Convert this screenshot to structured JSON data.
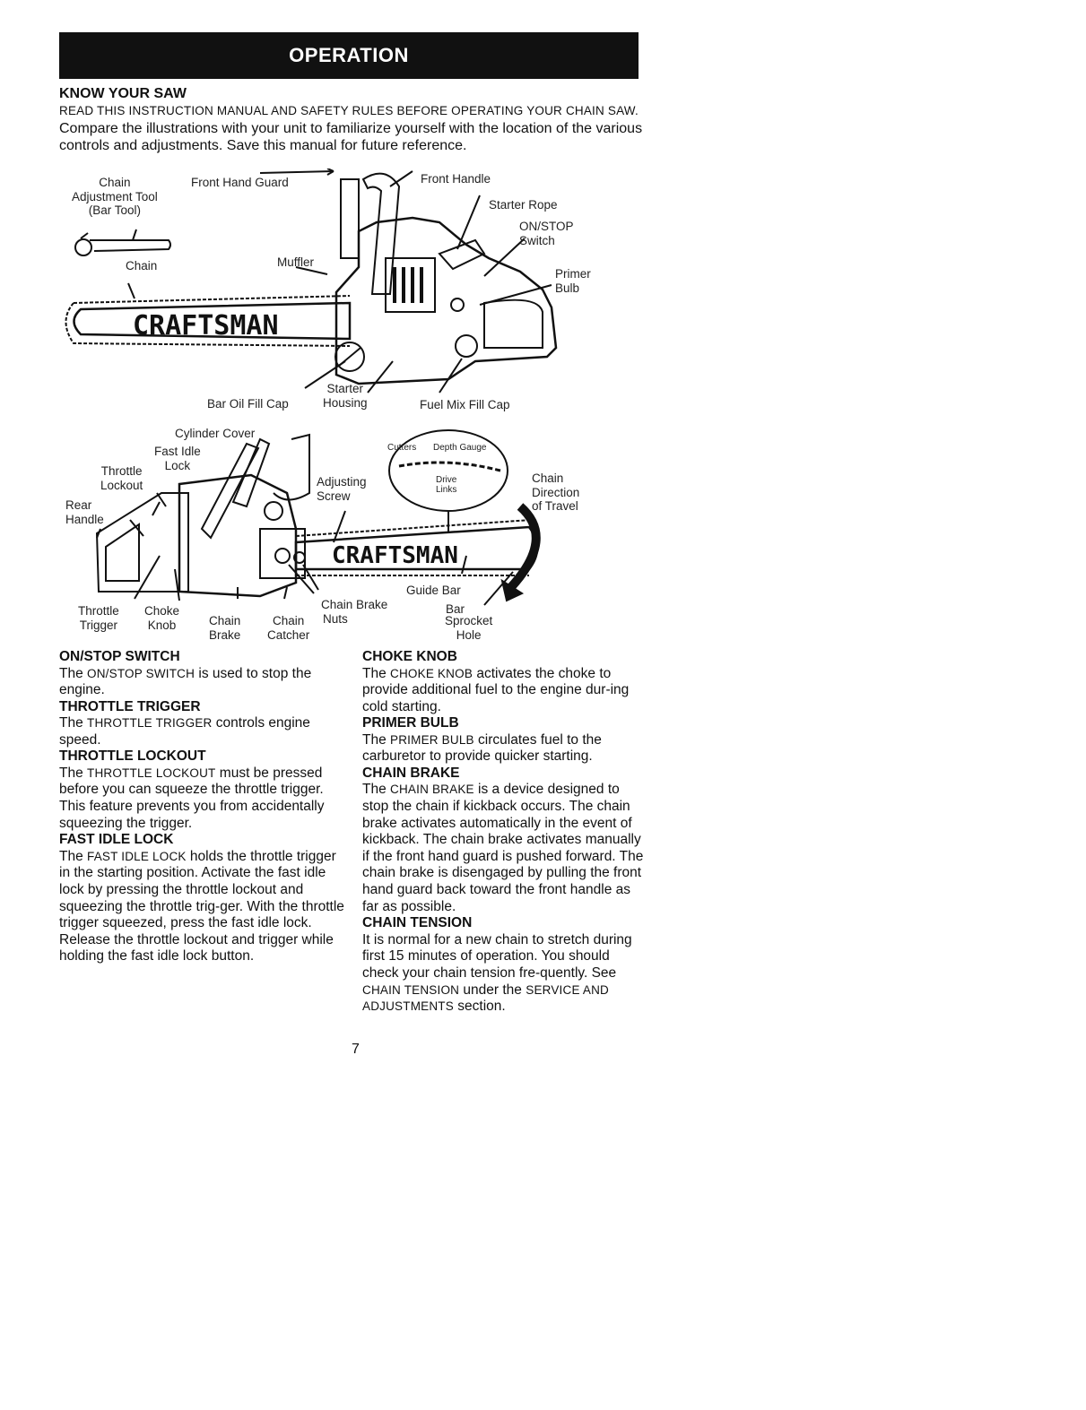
{
  "banner": {
    "title": "OPERATION"
  },
  "intro": {
    "heading": "KNOW YOUR SAW",
    "sc_part": "READ THIS INSTRUCTION MANUAL AND SAFETY RULES BEFORE OPERATING YOUR CHAIN SAW.",
    "rest": " Compare the illustrations with your unit to familiarize yourself with the location of the various controls and adjustments. Save this manual for future reference."
  },
  "figure1": {
    "labels": {
      "chain_adj_tool": "Chain\nAdjustment Tool\n(Bar Tool)",
      "front_hand_guard": "Front Hand Guard",
      "front_handle": "Front Handle",
      "starter_rope": "Starter Rope",
      "on_stop_switch": "ON/STOP\nSwitch",
      "primer_bulb": "Primer\nBulb",
      "chain": "Chain",
      "muffler": "Muffler",
      "bar_oil_fill_cap": "Bar Oil Fill Cap",
      "starter_housing": "Starter\nHousing",
      "fuel_mix_fill_cap": "Fuel Mix Fill Cap"
    },
    "brand": "CRAFTSMAN"
  },
  "figure2": {
    "labels": {
      "cylinder_cover": "Cylinder Cover",
      "fast_idle_lock": "Fast Idle\nLock",
      "throttle_lockout": "Throttle\nLockout",
      "rear_handle": "Rear\nHandle",
      "adjusting_screw": "Adjusting\nScrew",
      "chain_direction": "Chain\nDirection\nof Travel",
      "cutters": "Cutters",
      "depth_gauge": "Depth Gauge",
      "drive_links": "Drive\nLinks",
      "guide_bar": "Guide Bar",
      "chain_brake": "Chain Brake",
      "bar": "Bar",
      "throttle_trigger": "Throttle\nTrigger",
      "choke_knob": "Choke\nKnob",
      "chain_brake_lower": "Chain\nBrake",
      "chain_catcher": "Chain\nCatcher",
      "nuts": "Nuts",
      "sprocket_hole": "Sprocket\nHole"
    },
    "brand": "CRAFTSMAN"
  },
  "left_col": {
    "on_stop": {
      "heading": "ON/STOP SWITCH",
      "t1": "The ",
      "sc": "ON/STOP SWITCH",
      "t2": " is used to stop the engine."
    },
    "throttle_trigger": {
      "heading": "THROTTLE TRIGGER",
      "t1": "The ",
      "sc": "THROTTLE TRIGGER",
      "t2": " controls engine speed."
    },
    "throttle_lockout": {
      "heading": "THROTTLE LOCKOUT",
      "t1": "The ",
      "sc": "THROTTLE LOCKOUT",
      "t2": " must be pressed before you can squeeze the throttle trigger. This feature prevents you from accidentally squeezing the trigger."
    },
    "fast_idle": {
      "heading": "FAST IDLE LOCK",
      "t1": "The ",
      "sc": "FAST IDLE LOCK",
      "t2": " holds the throttle trigger in the starting position. Activate the fast idle lock by pressing the throttle lockout and squeezing the throttle trig-ger. With the throttle trigger squeezed, press the fast idle lock. Release the throttle lockout and trigger while holding the fast idle lock button."
    }
  },
  "right_col": {
    "choke": {
      "heading": "CHOKE KNOB",
      "t1": "The ",
      "sc": "CHOKE KNOB",
      "t2": " activates the choke to provide additional fuel to the engine dur-ing cold starting."
    },
    "primer": {
      "heading": "PRIMER BULB",
      "t1": "The ",
      "sc": "PRIMER BULB",
      "t2": " circulates fuel to the carburetor to provide quicker starting."
    },
    "chain_brake": {
      "heading": "CHAIN BRAKE",
      "t1": "The ",
      "sc": "CHAIN BRAKE",
      "t2": " is a device designed to stop the chain if kickback occurs. The chain brake activates automatically in the event of kickback. The chain brake activates manually if the front hand guard is pushed forward. The chain brake is disengaged by pulling the front hand guard back toward the front handle as far as possible."
    },
    "chain_tension": {
      "heading": "CHAIN TENSION",
      "t1": "It is normal for a new chain to stretch during first 15 minutes of operation. You should check your chain tension fre-quently. See ",
      "sc": "CHAIN TENSION",
      "t2": " under the ",
      "sc2": "SERVICE AND ADJUSTMENTS",
      "t3": " section."
    }
  },
  "page_number": "7"
}
